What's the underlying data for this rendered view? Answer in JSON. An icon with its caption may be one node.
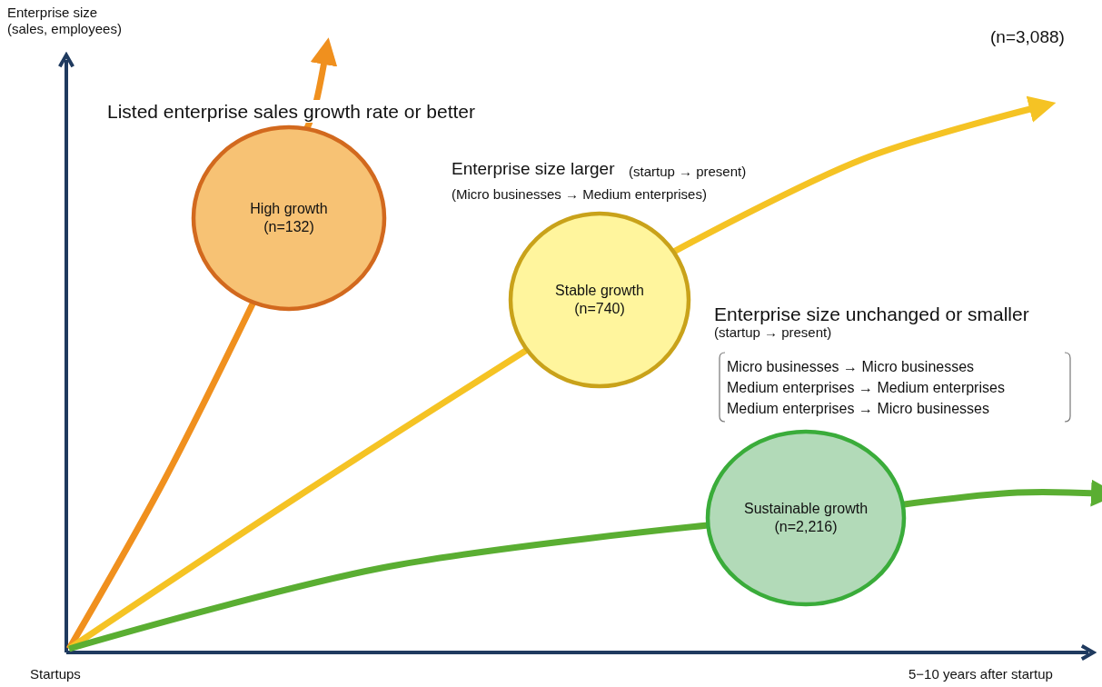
{
  "diagram": {
    "nodes": [
      {
        "text": [
          "High growth (n=132)"
        ]
      },
      {
        "text": [
          "Stable growth (n=740)"
        ]
      },
      {
        "text": [
          "Sustainable growth (n=2,216)"
        ]
      }
    ],
    "edges": [
      {
        "from": null,
        "to": 0,
        "arrow": "none",
        "color": "#f0901e"
      },
      {
        "from": 0,
        "to": null,
        "arrow": "to",
        "color": "#f0901e"
      },
      {
        "from": null,
        "to": 1,
        "arrow": "none",
        "color": "#f5c324"
      },
      {
        "from": 1,
        "to": null,
        "arrow": "to",
        "color": "#f5c324"
      },
      {
        "from": null,
        "to": 2,
        "arrow": "none",
        "color": "#5aae32"
      },
      {
        "from": 2,
        "to": null,
        "arrow": "to",
        "color": "#5aae32"
      }
    ],
    "labels": [
      "Enterprise size (sales, employees)",
      "(n=3,088)",
      "Listed enterprise sales growth rate or better",
      "Enterprise size larger",
      "(startup → present)",
      "(Micro businesses → Medium enterprises)",
      "Enterprise size unchanged or smaller",
      "(startup → present)",
      "Micro businesses → Micro businesses",
      "Medium enterprises → Medium enterprises",
      "Medium enterprises → Micro businesses",
      "Startups",
      "5−10 years after startup"
    ]
  }
}
